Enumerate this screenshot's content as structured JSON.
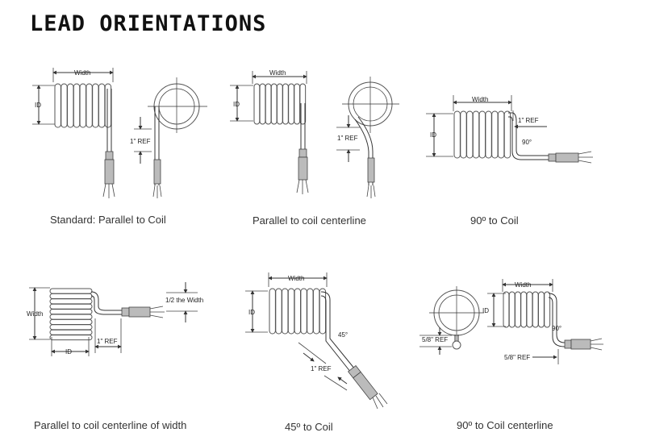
{
  "title": "LEAD ORIENTATIONS",
  "captions": {
    "d1": "Standard: Parallel to Coil",
    "d2": "Parallel to coil centerline",
    "d3": "90º to Coil",
    "d4": "Parallel to coil centerline of width",
    "d5": "45º to Coil",
    "d6": "90º to Coil centerline"
  },
  "labels": {
    "width": "Width",
    "id": "ID",
    "one_inch_ref": "1\" REF",
    "angle_90": "90°",
    "angle_45": "45°",
    "half_width": "1/2 the Width",
    "five_eighths_ref": "5/8\" REF"
  }
}
